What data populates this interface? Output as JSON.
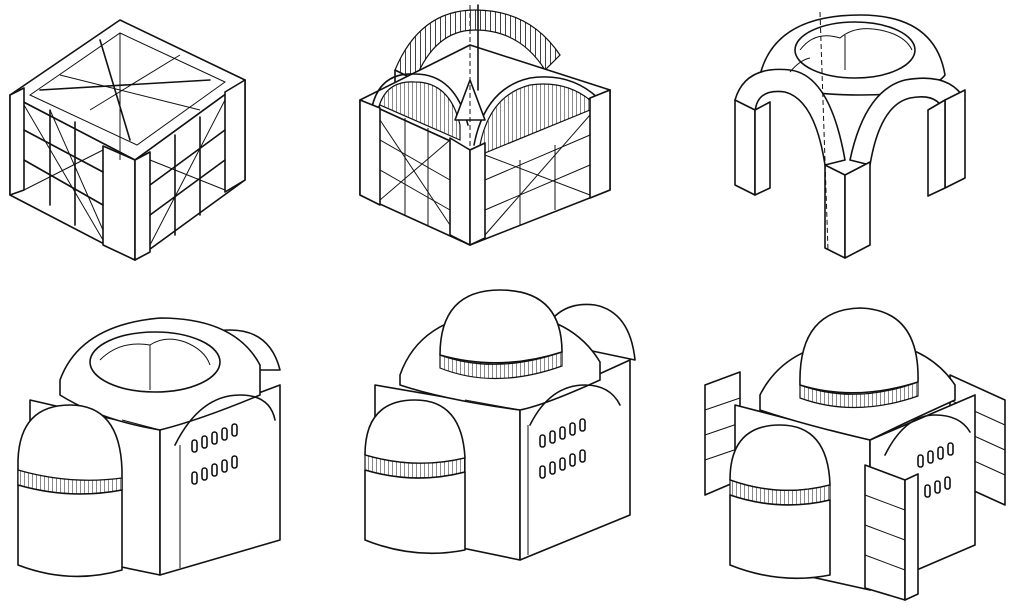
{
  "figure": {
    "panels": [
      {
        "id": "scaffold",
        "icon": "timber-scaffold-icon"
      },
      {
        "id": "centering",
        "icon": "arch-centering-icon"
      },
      {
        "id": "pendentives",
        "icon": "pendentive-piers-icon"
      },
      {
        "id": "semidomes",
        "icon": "open-crown-structure-icon"
      },
      {
        "id": "central-dome",
        "icon": "domed-church-icon"
      },
      {
        "id": "buttresses",
        "icon": "buttressed-church-icon"
      }
    ],
    "colors": {
      "ink": "#111111",
      "paper": "#ffffff"
    }
  }
}
